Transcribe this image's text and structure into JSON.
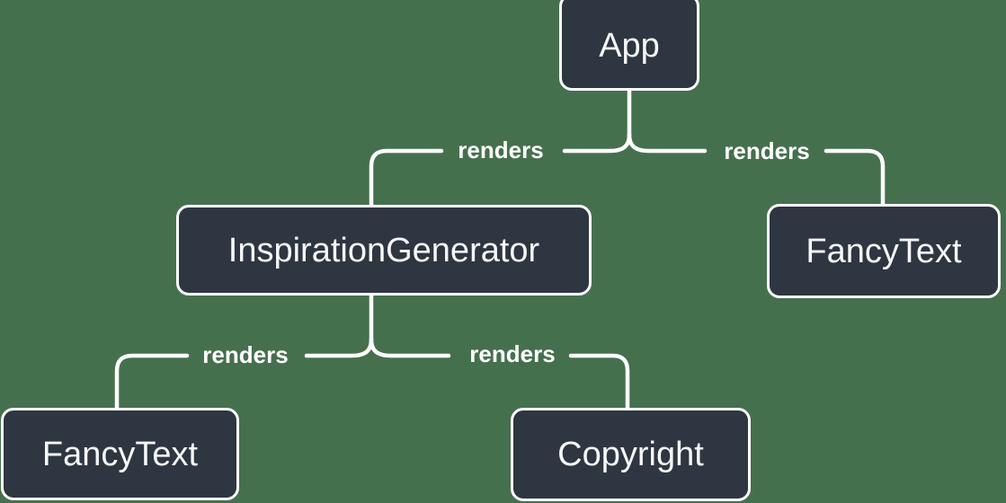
{
  "colors": {
    "background": "#45704E",
    "node_fill": "#2E3641",
    "line": "#FFFFFF",
    "text": "#F6F7F9"
  },
  "diagram_type": "component-render-tree",
  "nodes": [
    {
      "id": "app",
      "label": "App"
    },
    {
      "id": "inspiration-generator",
      "label": "InspirationGenerator"
    },
    {
      "id": "fancy-text-top",
      "label": "FancyText"
    },
    {
      "id": "fancy-text-bottom",
      "label": "FancyText"
    },
    {
      "id": "copyright",
      "label": "Copyright"
    }
  ],
  "edges": [
    {
      "from": "App",
      "to": "InspirationGenerator",
      "label": "renders"
    },
    {
      "from": "App",
      "to": "FancyText",
      "label": "renders"
    },
    {
      "from": "InspirationGenerator",
      "to": "FancyText",
      "label": "renders"
    },
    {
      "from": "InspirationGenerator",
      "to": "Copyright",
      "label": "renders"
    }
  ]
}
